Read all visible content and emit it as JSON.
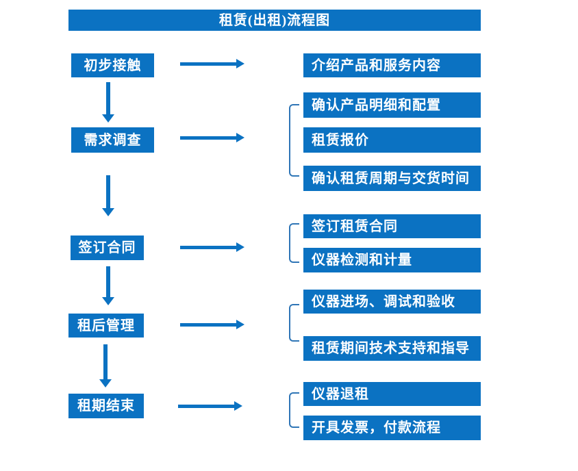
{
  "title": "租赁(出租)流程图",
  "colors": {
    "box_blue": "#0B72C2",
    "bracket_blue": "#2E75B6",
    "text_white": "#ffffff",
    "background": "#ffffff"
  },
  "steps": [
    {
      "label": "初步接触",
      "details": [
        "介绍产品和服务内容"
      ]
    },
    {
      "label": "需求调查",
      "details": [
        "确认产品明细和配置",
        "租赁报价",
        "确认租赁周期与交货时间"
      ]
    },
    {
      "label": "签订合同",
      "details": [
        "签订租赁合同",
        "仪器检测和计量"
      ]
    },
    {
      "label": "租后管理",
      "details": [
        "仪器进场、调试和验收",
        "租赁期间技术支持和指导"
      ]
    },
    {
      "label": "租期结束",
      "details": [
        "仪器退租",
        "开具发票，付款流程"
      ]
    }
  ]
}
